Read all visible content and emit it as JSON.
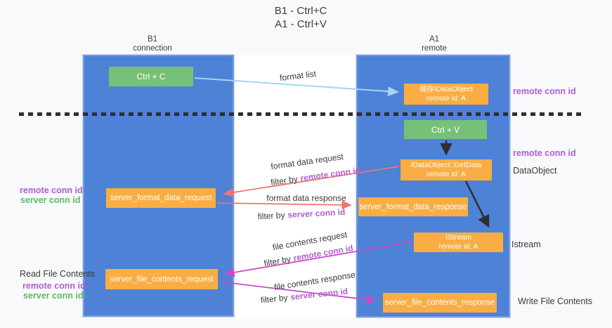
{
  "title": {
    "line1": "B1 - Ctrl+C",
    "line2": "A1 - Ctrl+V"
  },
  "lanes": {
    "left": {
      "name": "B1",
      "role": "connection"
    },
    "right": {
      "name": "A1",
      "role": "remote"
    }
  },
  "boxes": {
    "ctrl_c": {
      "label": "Ctrl + C"
    },
    "save_dataobject": {
      "line1": "保存IDataObject",
      "line2": "remote id: A"
    },
    "ctrl_v": {
      "label": "Ctrl + V"
    },
    "getdata": {
      "line1": "IDataObject::GetData",
      "line2": "remote id: A"
    },
    "format_request": {
      "label": "server_format_data_request"
    },
    "format_response": {
      "label": "server_format_data_response"
    },
    "istream": {
      "line1": "IStream",
      "line2": "remote id: A"
    },
    "file_request": {
      "label": "server_file_contents_request"
    },
    "file_response": {
      "label": "server_file_contents_response"
    }
  },
  "flow_labels": {
    "format_list": "format list",
    "format_data_request": "format data request",
    "format_data_request_filter": {
      "prefix": "filter by",
      "key": "remote conn id"
    },
    "format_data_response": "format data response",
    "format_data_response_filter": {
      "prefix": "filter by",
      "key": "server conn id"
    },
    "file_contents_request": "file contents request",
    "file_contents_request_filter": {
      "prefix": "filter by",
      "key": "remote conn id"
    },
    "file_contents_response": "file contents response",
    "file_contents_response_filter": {
      "prefix": "filter by",
      "key": "server conn id"
    }
  },
  "side_labels": {
    "right_remote_conn_1": "remote conn id",
    "right_remote_conn_2": "remote conn id",
    "dataobject": "DataObject",
    "istream": "Istream",
    "write_file_contents": "Write File Contents",
    "left_remote_conn_1": "remote conn id",
    "left_server_conn_1": "server conn id",
    "read_file_contents": "Read File Contents",
    "left_remote_conn_2": "remote conn id",
    "left_server_conn_2": "server conn id"
  },
  "colors": {
    "lane_blue": "#4e82d6",
    "box_green": "#77c077",
    "box_orange": "#f9ad42",
    "arrow_light_blue": "#a5d5f3",
    "arrow_red": "#ee7472",
    "arrow_magenta": "#c94ac9",
    "arrow_black": "#2e2e2e",
    "conn_id_purple": "#ae5ed2",
    "conn_id_green": "#5eba62",
    "dashed_divider": "#2e2e2e"
  }
}
